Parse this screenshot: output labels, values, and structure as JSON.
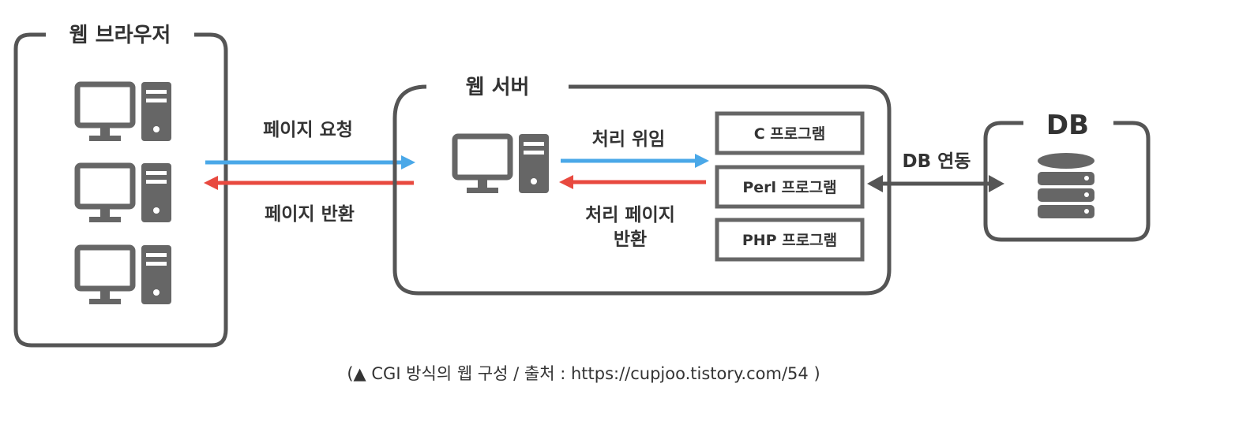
{
  "browser_group": {
    "title": "웹 브라우저"
  },
  "server_group": {
    "title": "웹 서버"
  },
  "db_group": {
    "title": "DB"
  },
  "flows": {
    "request": "페이지 요청",
    "response": "페이지 반환",
    "delegate": "처리 위임",
    "return_line1": "처리 페이지",
    "return_line2": "반환",
    "db_link": "DB 연동"
  },
  "programs": [
    "C 프로그램",
    "Perl 프로그램",
    "PHP 프로그램"
  ],
  "caption": {
    "prefix": "(▲ CGI 방식의 웹 구성 / 출처 :",
    "url": "https://cupjoo.tistory.com/54",
    "suffix": ")"
  },
  "colors": {
    "outline": "#555555",
    "icon": "#666666",
    "request_arrow": "#4aa8e8",
    "response_arrow": "#e8493f",
    "db_arrow": "#555555"
  },
  "icons": [
    "computer-icon",
    "database-icon"
  ]
}
